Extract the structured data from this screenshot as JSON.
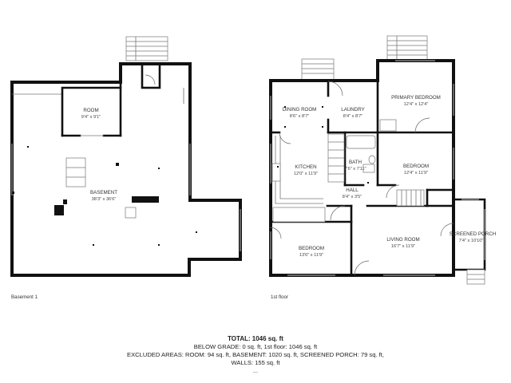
{
  "floors": {
    "basement": {
      "caption": "Basement 1",
      "rooms": [
        {
          "name": "ROOM",
          "dims": "9'4\" x 9'1\""
        },
        {
          "name": "BASEMENT",
          "dims": "38'3\" x 36'6\""
        }
      ]
    },
    "first": {
      "caption": "1st floor",
      "rooms": [
        {
          "name": "DINING ROOM",
          "dims": "8'6\" x 8'7\""
        },
        {
          "name": "LAUNDRY",
          "dims": "8'4\" x 8'7\""
        },
        {
          "name": "PRIMARY BEDROOM",
          "dims": "12'4\" x 12'4\""
        },
        {
          "name": "KITCHEN",
          "dims": "12'0\" x 11'9\""
        },
        {
          "name": "BATH",
          "dims": "7'6\" x 7'11\""
        },
        {
          "name": "BEDROOM",
          "dims": "12'4\" x 11'9\""
        },
        {
          "name": "HALL",
          "dims": "8'4\" x 3'5\""
        },
        {
          "name": "BEDROOM",
          "dims": "13'6\" x 11'9\""
        },
        {
          "name": "LIVING ROOM",
          "dims": "16'7\" x 11'9\""
        },
        {
          "name": "SCREENED PORCH",
          "dims": "7'4\" x 10'10\""
        }
      ]
    }
  },
  "summary": {
    "total_label": "TOTAL:",
    "total_value": "1046 sq. ft",
    "line2": "BELOW GRADE: 0 sq. ft, 1st floor: 1046 sq. ft",
    "line3": "EXCLUDED AREAS: ROOM: 94 sq. ft, BASEMENT: 1020 sq. ft, SCREENED PORCH: 79 sq. ft,",
    "line4": "WALLS: 155 sq. ft",
    "line5": "..."
  }
}
